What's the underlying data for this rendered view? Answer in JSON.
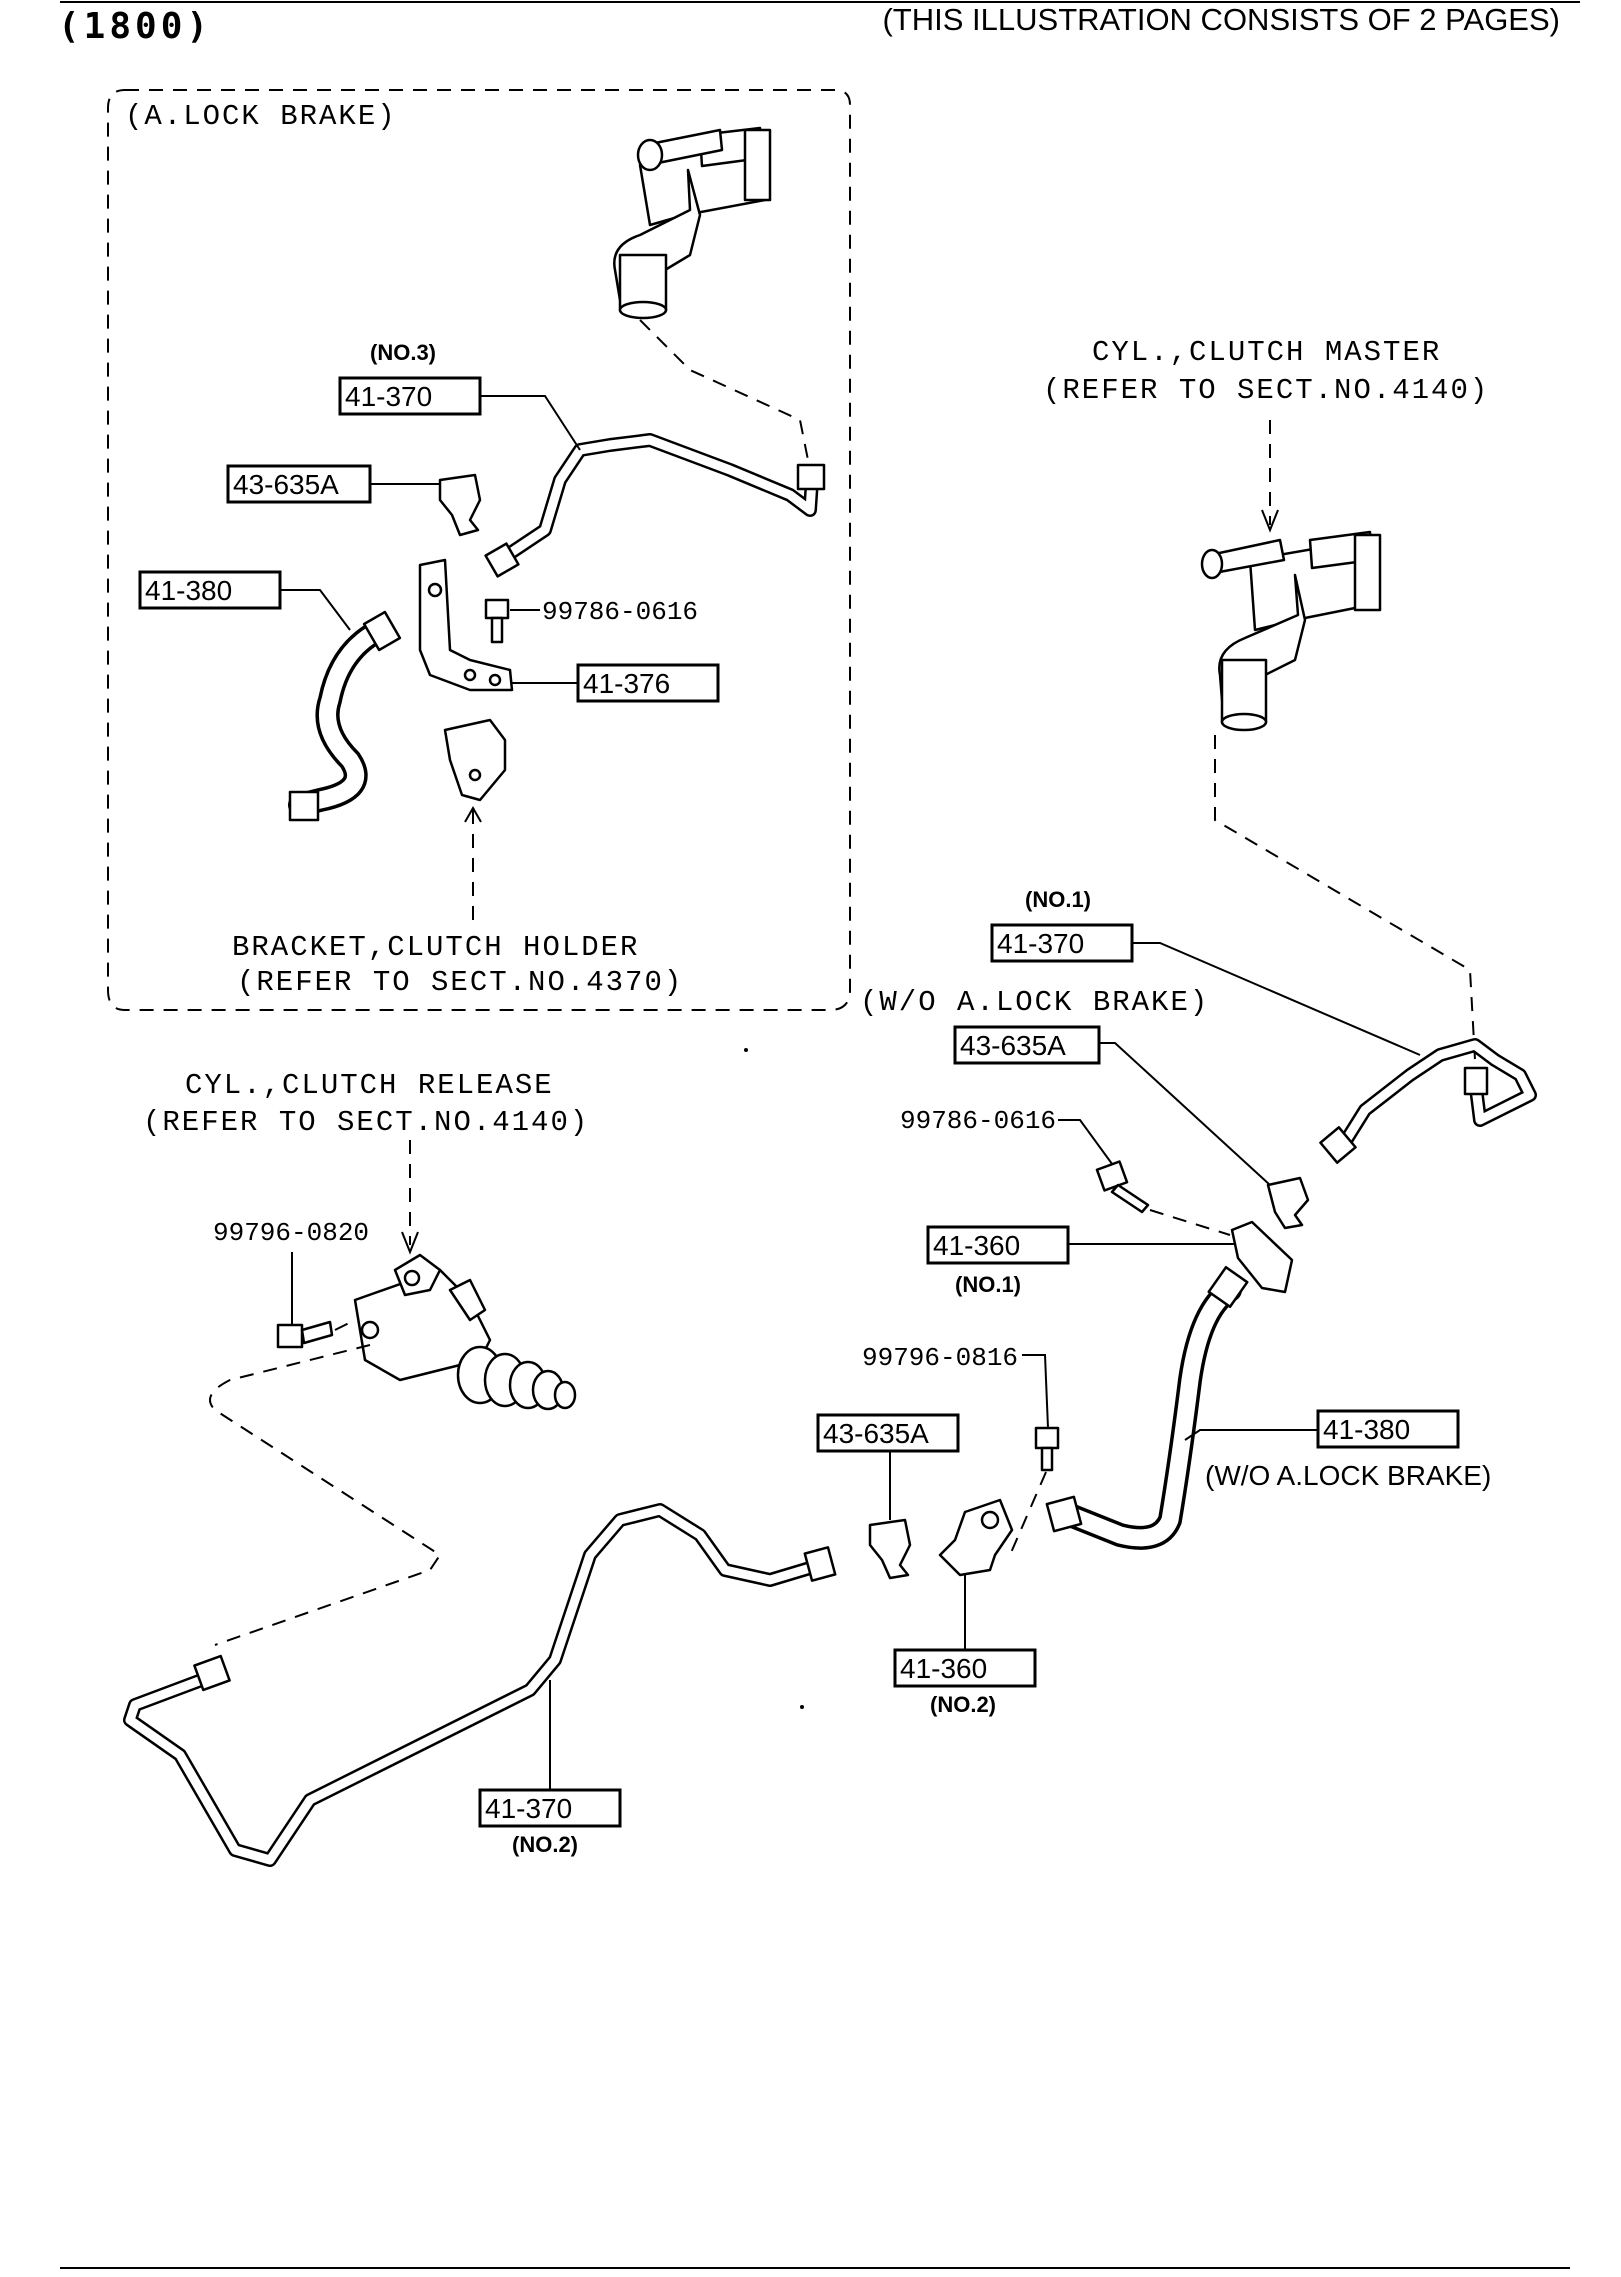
{
  "header": {
    "model": "(1800)",
    "note": "(THIS ILLUSTRATION CONSISTS OF  2 PAGES)"
  },
  "inset": {
    "title": "(A.LOCK BRAKE)",
    "pipe_no3_tag": "(NO.3)",
    "pipe_no3_pn": "41-370",
    "clip_pn": "43-635A",
    "hose_pn": "41-380",
    "bolt_pn": "99786-0616",
    "bracket_pn": "41-376",
    "holder_line1": "BRACKET,CLUTCH HOLDER",
    "holder_line2": "(REFER TO SECT.NO.4370)"
  },
  "master": {
    "line1": "CYL.,CLUTCH MASTER",
    "line2": "(REFER TO SECT.NO.4140)"
  },
  "release": {
    "line1": "CYL.,CLUTCH RELEASE",
    "line2": "(REFER TO SECT.NO.4140)",
    "bolt_pn": "99796-0820"
  },
  "main": {
    "pipe_no1_tag": "(NO.1)",
    "pipe_no1_pn": "41-370",
    "wo_alock_title": "(W/O A.LOCK BRAKE)",
    "clip_pn": "43-635A",
    "bolt_pn": "99786-0616",
    "bracket_no1_pn": "41-360",
    "bracket_no1_tag": "(NO.1)",
    "bolt2_pn": "99796-0816",
    "clip2_pn": "43-635A",
    "hose_pn": "41-380",
    "hose_note": "(W/O A.LOCK BRAKE)",
    "bracket_no2_pn": "41-360",
    "bracket_no2_tag": "(NO.2)",
    "pipe_no2_pn": "41-370",
    "pipe_no2_tag": "(NO.2)"
  }
}
